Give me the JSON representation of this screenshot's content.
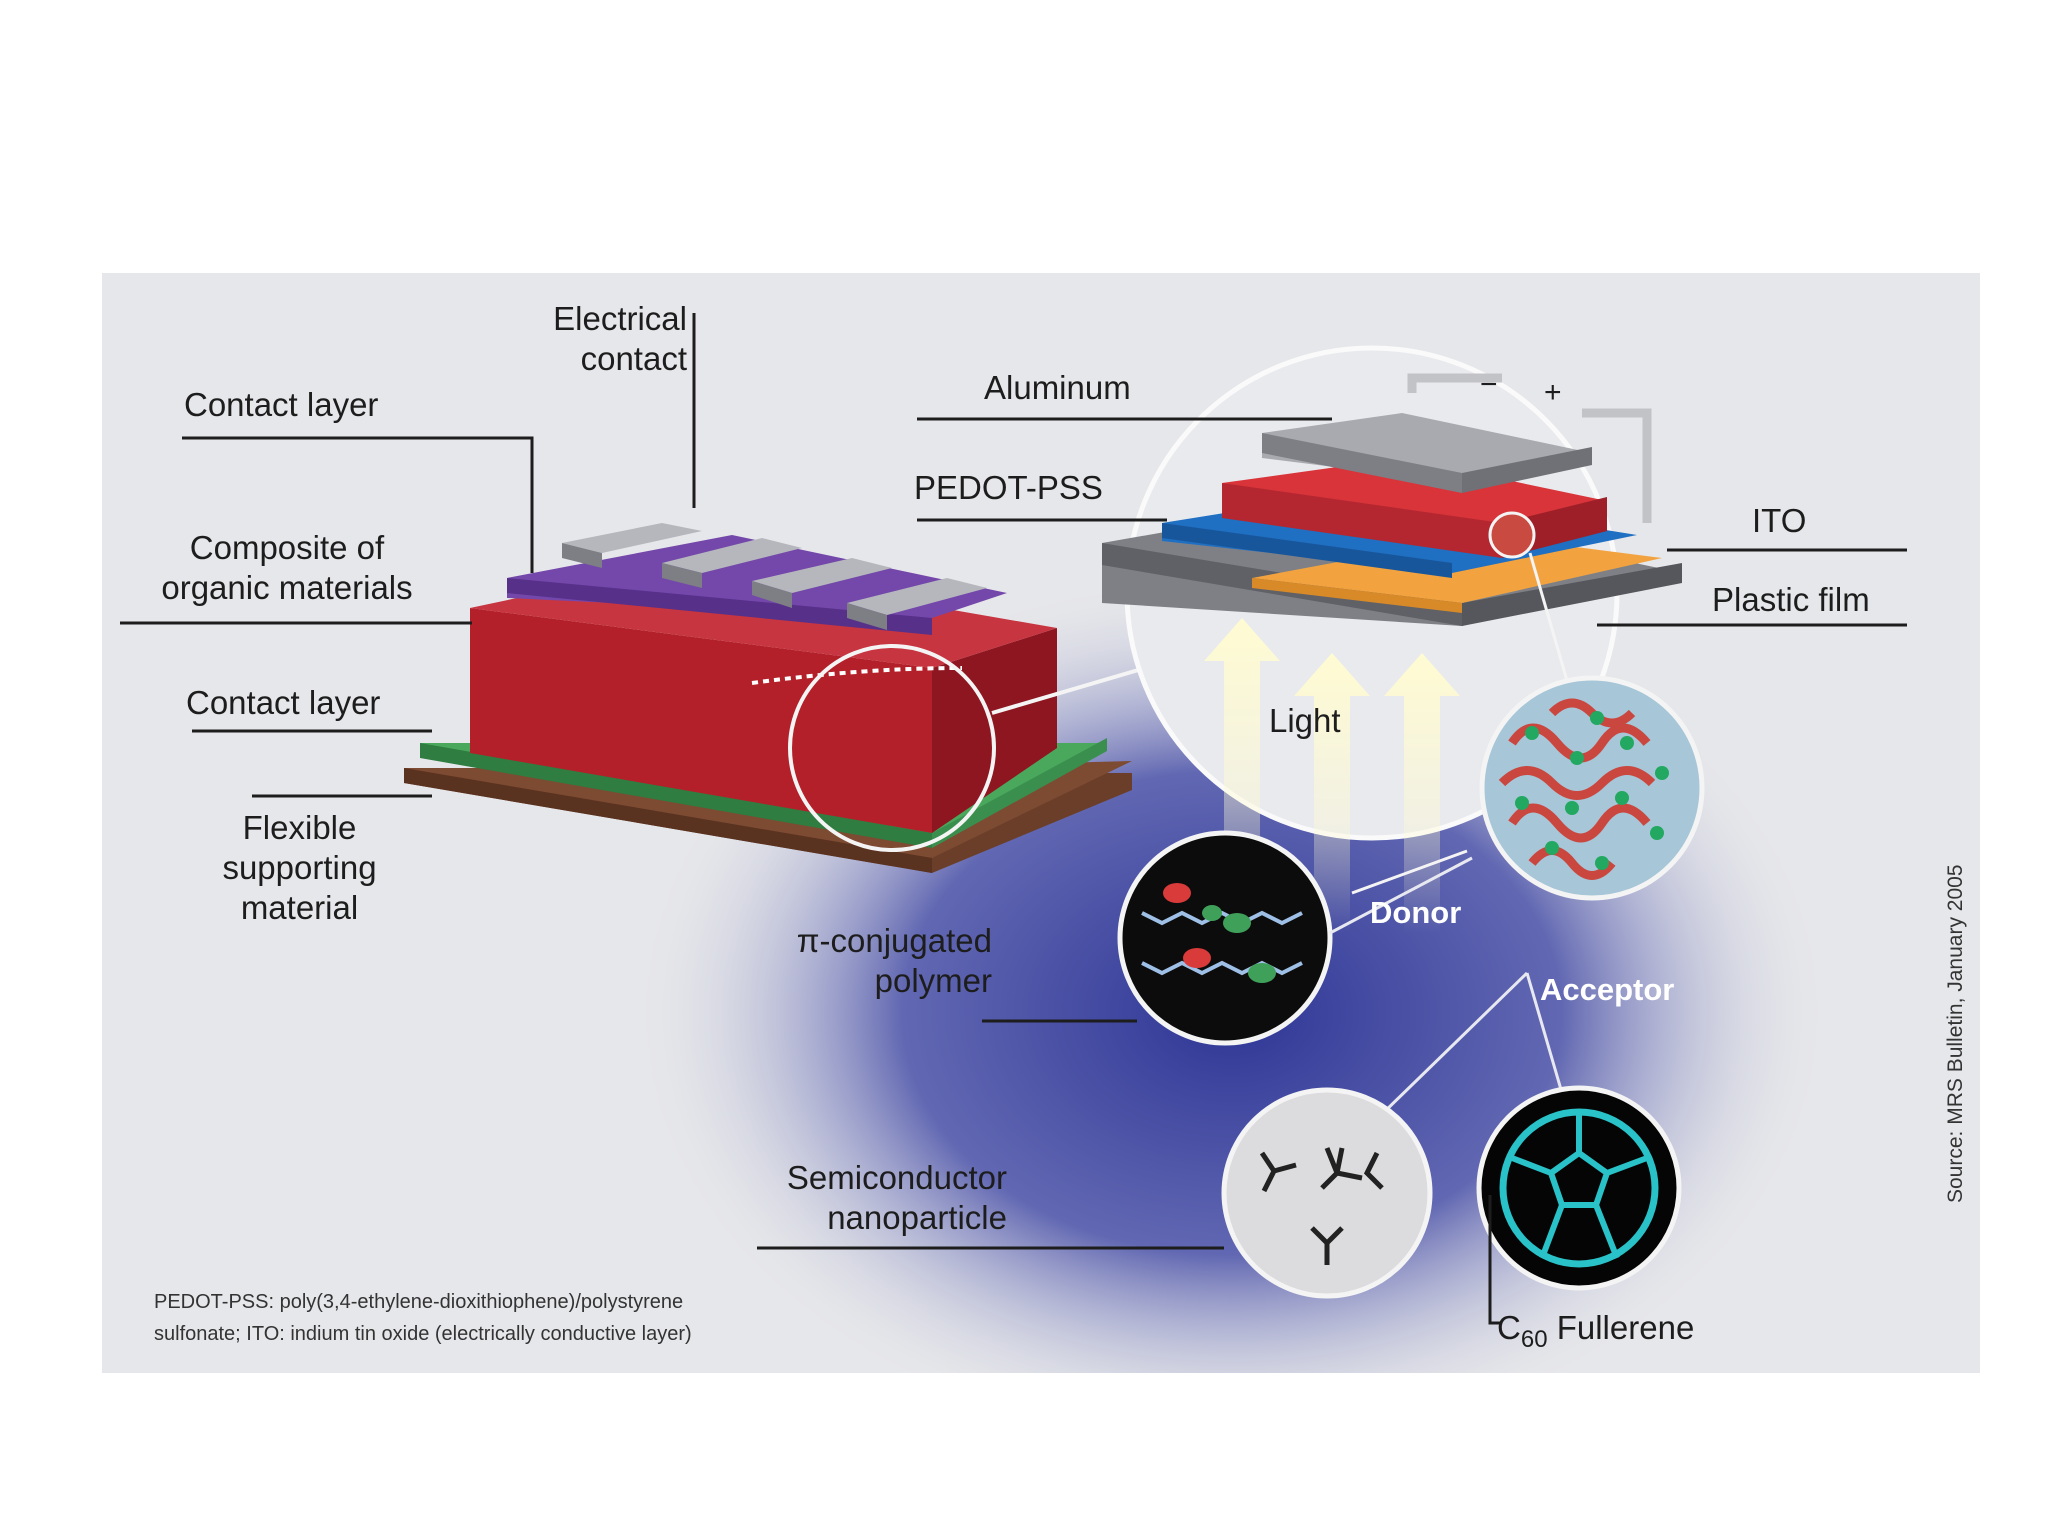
{
  "labels": {
    "electrical_contact": [
      "Electrical",
      "contact"
    ],
    "contact_layer_top": "Contact layer",
    "composite": [
      "Composite of",
      "organic materials"
    ],
    "contact_layer_bottom": "Contact layer",
    "flexible": [
      "Flexible",
      "supporting",
      "material"
    ],
    "aluminum": "Aluminum",
    "pedot": "PEDOT-PSS",
    "ito": "ITO",
    "plastic_film": "Plastic film",
    "minus": "−",
    "plus": "+",
    "light": "Light",
    "donor": "Donor",
    "acceptor": "Acceptor",
    "pi_polymer": [
      "π-conjugated",
      "polymer"
    ],
    "semiconductor": [
      "Semiconductor",
      "nanoparticle"
    ],
    "c60_prefix": "C",
    "c60_sub": "60",
    "c60_name": "Fullerene"
  },
  "footnote": [
    "PEDOT-PSS: poly(3,4-ethylene-dioxithiophene)/polystyrene",
    "sulfonate; ITO: indium tin oxide (electrically conductive layer)"
  ],
  "source": "Source: MRS Bulletin, January 2005",
  "colors": {
    "background": "#e6e7ea",
    "organic_layer": "#b3202a",
    "contact_purple": "#6a3d9e",
    "contact_green": "#3f9a52",
    "support_brown": "#6b3e2a",
    "electrode_gray": "#9a9ca2",
    "pedot_blue": "#1f6fc2",
    "ito_orange": "#f2a340",
    "glow_blue": "#3b3f9a",
    "fullerene_cyan": "#29c2c8"
  }
}
